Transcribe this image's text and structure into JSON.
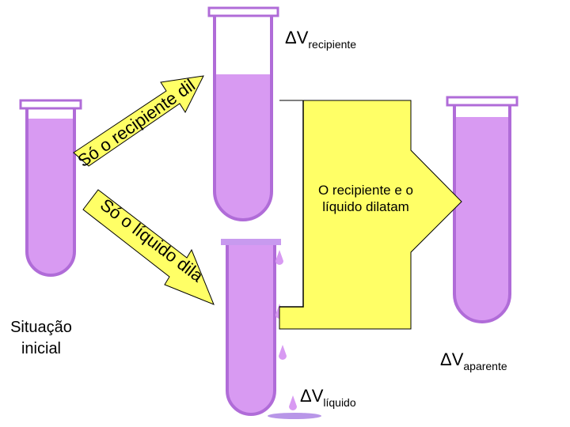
{
  "labels": {
    "initial_state": [
      "Situação",
      "inicial"
    ],
    "container_only": "Só o recipiente dilata",
    "liquid_only": "Só o líquido dilata",
    "both_dilate": [
      "O recipiente e o",
      "líquido dilatam"
    ],
    "delta_container": {
      "symbol": "ΔV",
      "sub": "recipiente"
    },
    "delta_apparent": {
      "symbol": "ΔV",
      "sub": "aparente"
    },
    "delta_liquid": {
      "symbol": "ΔV",
      "sub": "líquido"
    }
  },
  "colors": {
    "liquid": "#D89AF2",
    "tube_outline": "#B06CD8",
    "glass": "#FFFFFF",
    "arrow_fill": "#FFFF66",
    "arrow_stroke": "#000000"
  }
}
